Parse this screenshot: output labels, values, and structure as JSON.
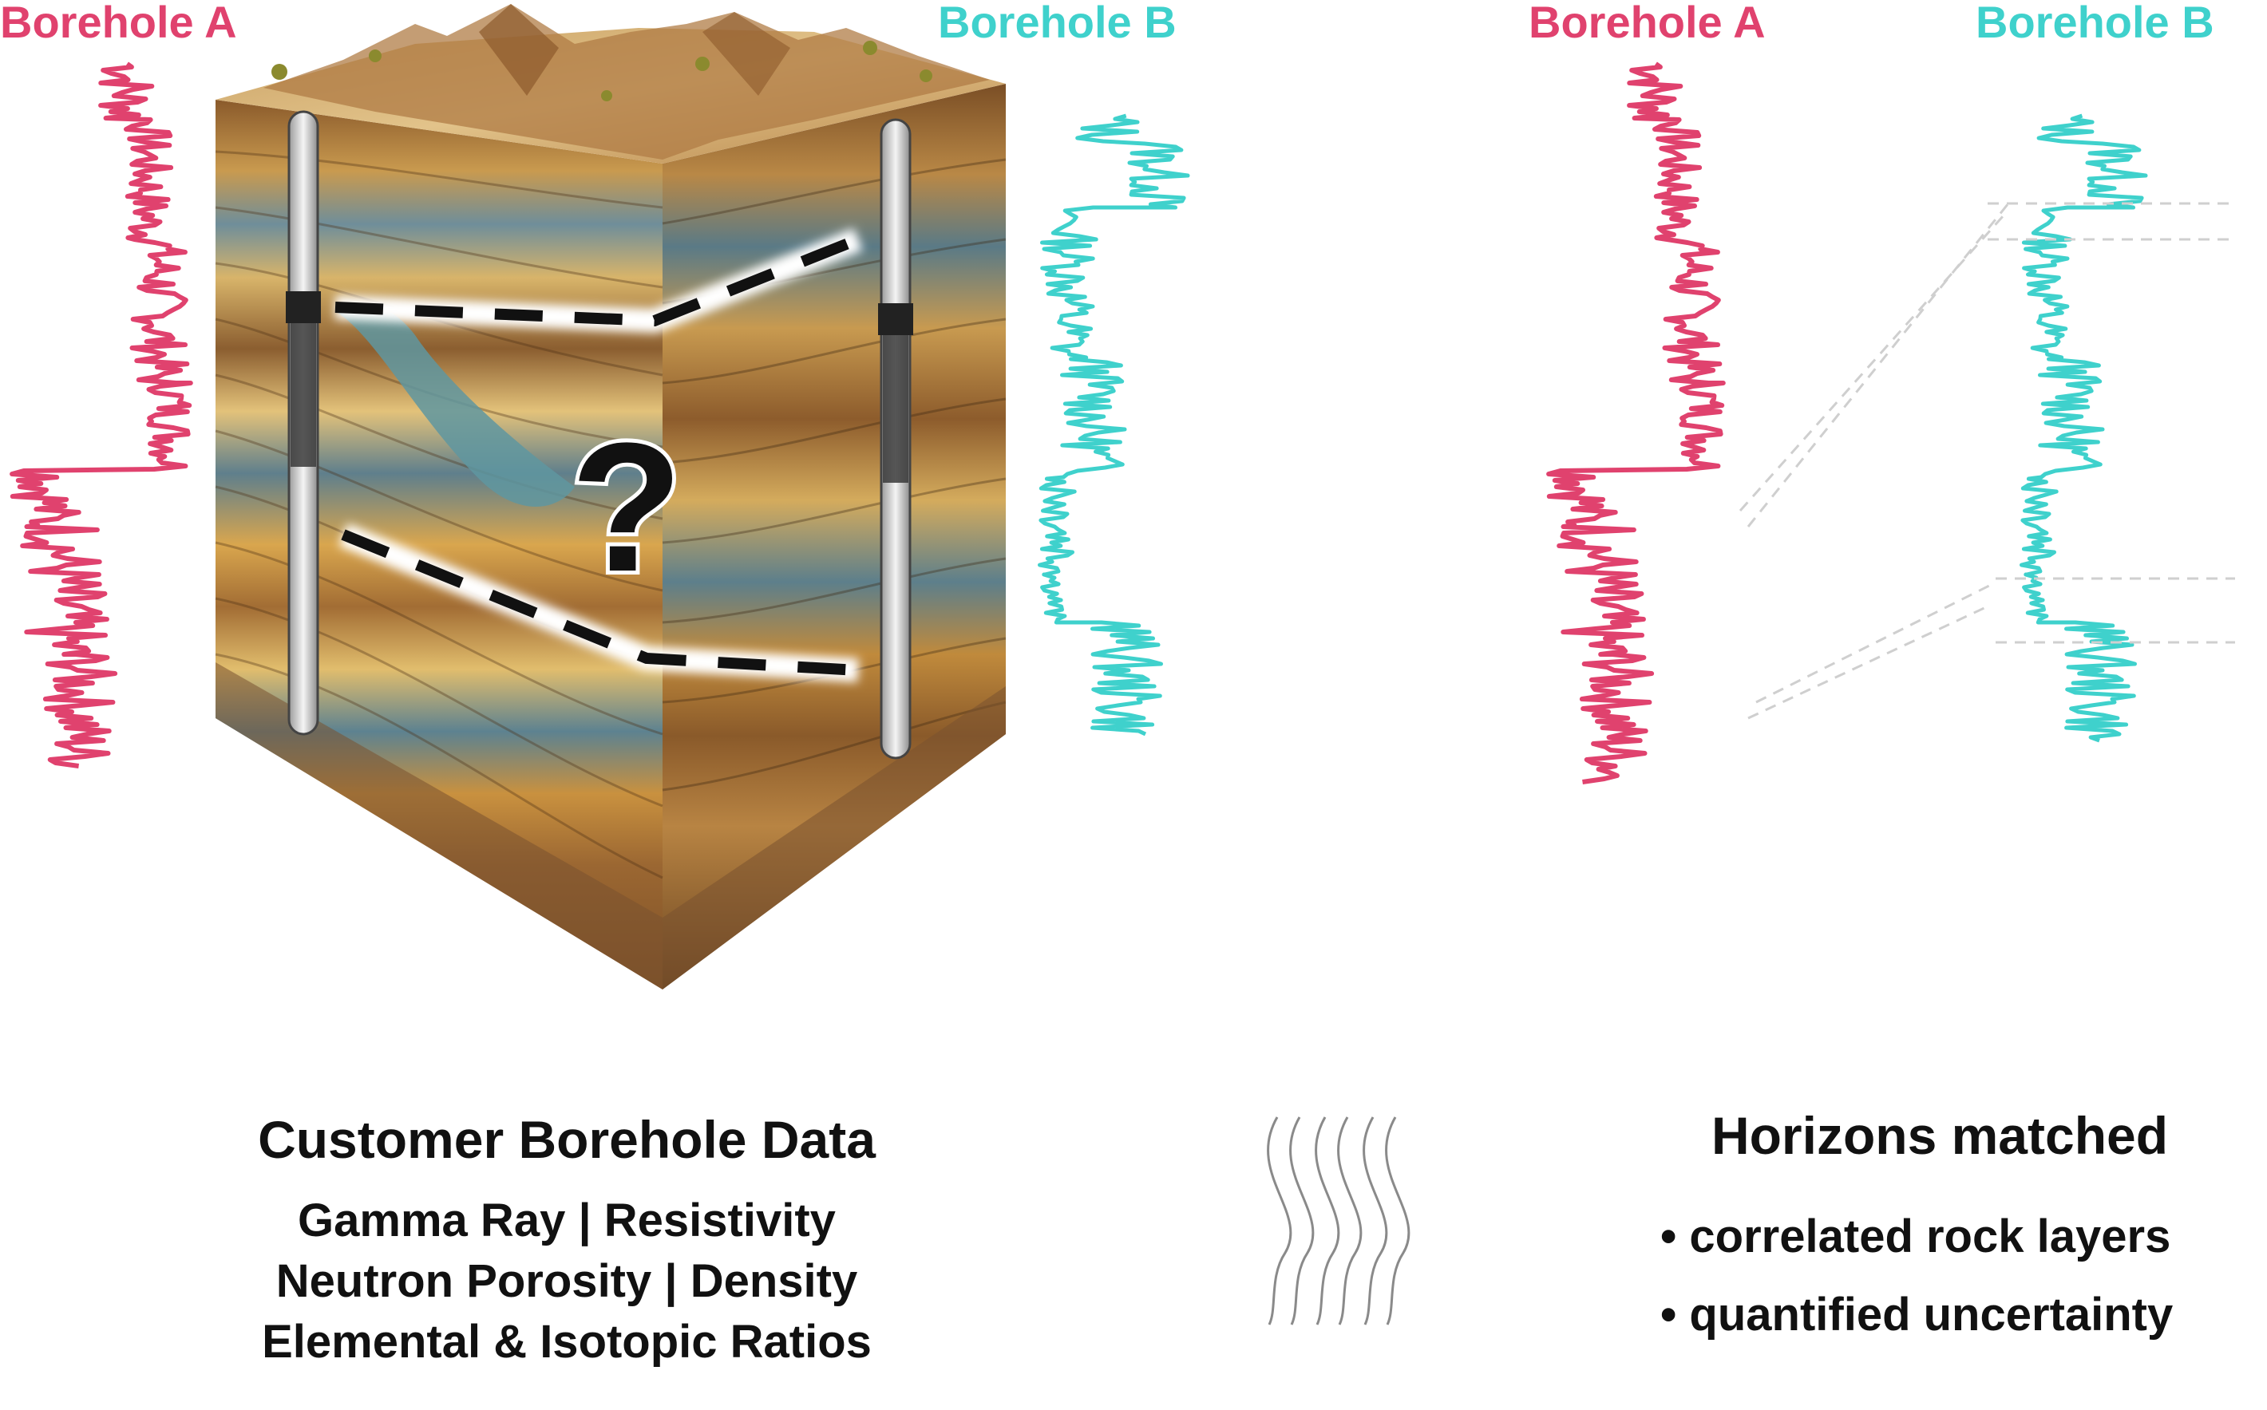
{
  "left_panel": {
    "borehole_a_label": "Borehole A",
    "borehole_b_label": "Borehole B",
    "question_mark": "?"
  },
  "right_panel": {
    "borehole_a_label": "Borehole A",
    "borehole_b_label": "Borehole B"
  },
  "customer_caption": {
    "title": "Customer Borehole Data",
    "lines": [
      "Gamma Ray | Resistivity",
      "Neutron Porosity | Density",
      "Elemental & Isotopic Ratios"
    ]
  },
  "result_caption": {
    "title": "Horizons matched",
    "bullets": [
      "• correlated rock layers",
      "• quantified uncertainty"
    ]
  },
  "colors": {
    "borehole_a": "#e0426e",
    "borehole_b": "#3fd1cc",
    "text": "#111111"
  }
}
